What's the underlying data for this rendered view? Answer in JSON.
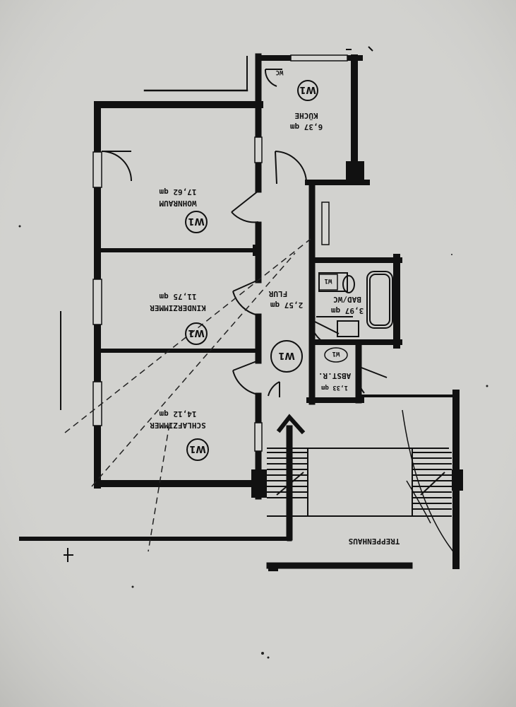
{
  "rooms": {
    "wohnraum": {
      "name": "WOHNRAUM",
      "area": "17,62 qm",
      "marker": "W1"
    },
    "kinderzimmer": {
      "name": "KINDERZIMMER",
      "area": "11,75 qm",
      "marker": "W1"
    },
    "schlafzimmer": {
      "name": "SCHLAFZIMMER",
      "area": "14,12 qm",
      "marker": "W1"
    },
    "kueche": {
      "name": "KÜCHE",
      "area": "6,37 qm",
      "marker": "W1"
    },
    "flur": {
      "name": "FLUR",
      "area": "2,57 qm",
      "marker": "W1"
    },
    "bad_wc": {
      "name": "BAD/WC",
      "area": "3,97 qm",
      "marker": "W1"
    },
    "abstellraum": {
      "name": "ABST.R.",
      "area": "1,33 qm",
      "marker": "W1"
    },
    "treppenhaus": {
      "name": "TREPPENHAUS"
    }
  },
  "wc_label": "WC",
  "colors": {
    "paper": "#d2d2cf",
    "ink": "#111111"
  }
}
